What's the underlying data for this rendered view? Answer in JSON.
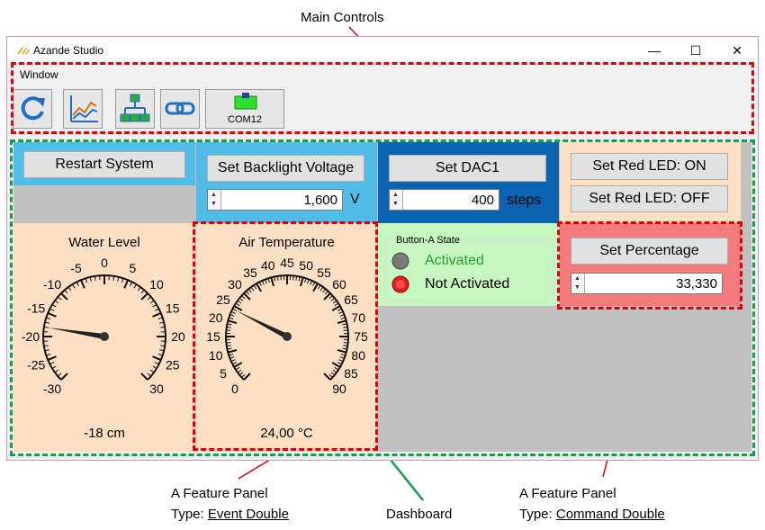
{
  "annotations": {
    "main_controls": "Main Controls",
    "panel_left_line1": "A Feature Panel",
    "panel_left_type_prefix": "Type: ",
    "panel_left_type": "Event Double",
    "dashboard": "Dashboard",
    "panel_right_line1": "A Feature Panel",
    "panel_right_type_prefix": "Type: ",
    "panel_right_type": "Command Double"
  },
  "window": {
    "title": "Azande Studio",
    "minimize": "—",
    "maximize": "☐",
    "close": "✕"
  },
  "menu": {
    "window": "Window"
  },
  "toolbar": {
    "refresh_icon": "refresh-icon",
    "chart_icon": "chart-icon",
    "hierarchy_icon": "hierarchy-icon",
    "link_icon": "link-icon",
    "com_port": "COM12"
  },
  "panels": {
    "restart": {
      "label": "Restart System"
    },
    "backlight": {
      "label": "Set Backlight Voltage",
      "value": "1,600",
      "unit": "V"
    },
    "dac": {
      "label": "Set DAC1",
      "value": "400",
      "unit": "steps"
    },
    "red_led_on": {
      "label": "Set Red LED: ON"
    },
    "red_led_off": {
      "label": "Set Red LED: OFF"
    },
    "water": {
      "title": "Water Level",
      "value_text": "-18 cm",
      "value": -18,
      "min": -30,
      "max": 30,
      "ticks": [
        "-30",
        "-25",
        "-20",
        "-15",
        "-10",
        "-5",
        "0",
        "5",
        "10",
        "15",
        "20",
        "25",
        "30"
      ]
    },
    "air": {
      "title": "Air Temperature",
      "value_text": "24,00 °C",
      "value": 24,
      "min": 0,
      "max": 90,
      "ticks": [
        "0",
        "5",
        "10",
        "15",
        "20",
        "25",
        "30",
        "35",
        "40",
        "45",
        "50",
        "55",
        "60",
        "65",
        "70",
        "75",
        "80",
        "85",
        "90"
      ]
    },
    "button_a": {
      "title": "Button-A State",
      "activated": "Activated",
      "not_activated": "Not Activated",
      "is_activated": false
    },
    "percentage": {
      "label": "Set Percentage",
      "value": "33,330"
    }
  },
  "colors": {
    "accent_blue": "#52bce9",
    "dark_blue": "#0a64b1",
    "peach": "#fde0c4",
    "green_panel": "#c6f7c0",
    "salmon": "#f47b7b",
    "activated_text": "#22a32a"
  }
}
